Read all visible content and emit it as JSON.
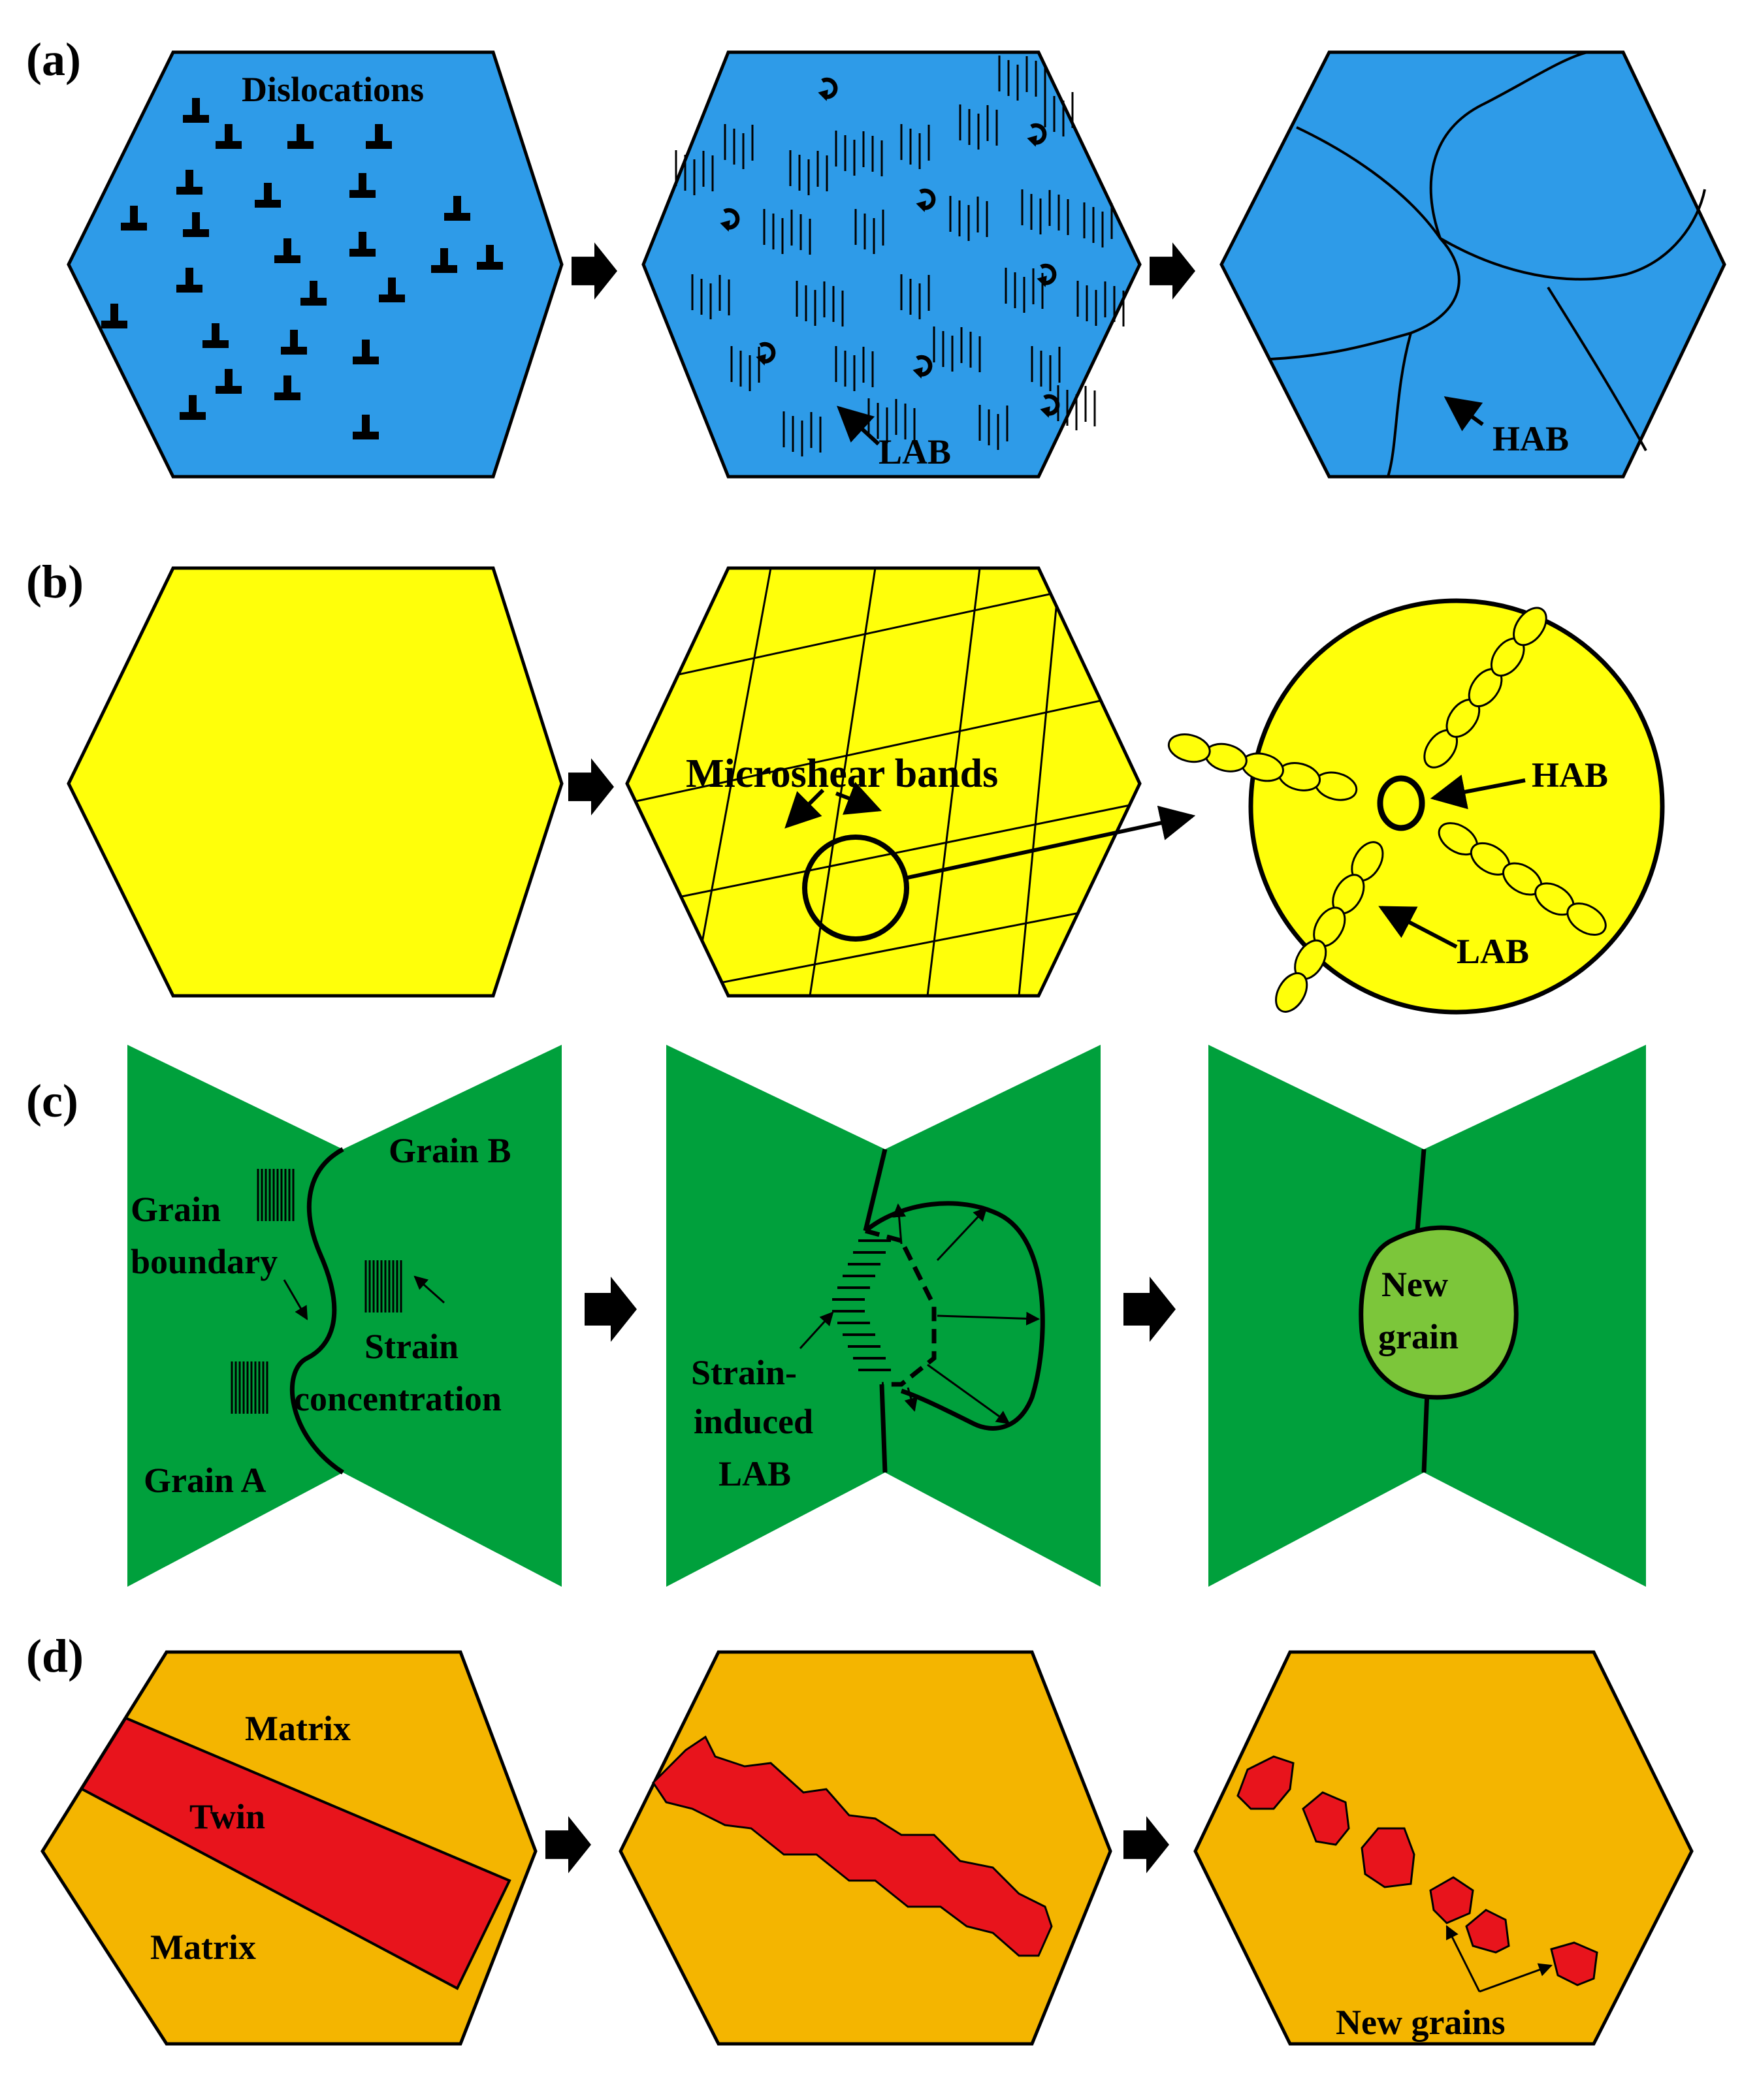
{
  "colors": {
    "panel_a": "#2E9BE8",
    "panel_b": "#FFFF0A",
    "panel_c": "#00A03C",
    "panel_c_new_grain": "#7CC63A",
    "panel_d": "#F4B500",
    "panel_d_twin": "#E8141C",
    "outline": "#000000"
  },
  "panel_a": {
    "label": "(a)",
    "dislocations": "Dislocations",
    "lab": "LAB",
    "hab": "HAB"
  },
  "panel_b": {
    "label": "(b)",
    "microshear_bands": "Microshear bands",
    "hab": "HAB",
    "lab": "LAB"
  },
  "panel_c": {
    "label": "(c)",
    "grain_b": "Grain B",
    "grain": "Grain",
    "boundary": "boundary",
    "strain": "Strain",
    "concentration": "concentration",
    "grain_a": "Grain A",
    "strain_dash": "Strain-",
    "induced": "induced",
    "lab": "LAB",
    "new": "New",
    "grain_word": "grain"
  },
  "panel_d": {
    "label": "(d)",
    "matrix_top": "Matrix",
    "twin": "Twin",
    "matrix_bottom": "Matrix",
    "new_grains": "New grains"
  }
}
